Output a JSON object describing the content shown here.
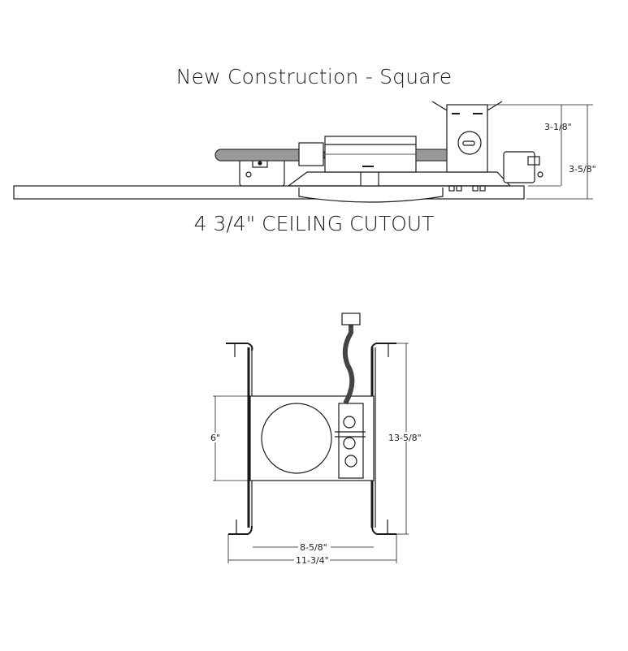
{
  "diagram": {
    "title": "New Construction - Square",
    "caption": "4 3/4\" CEILING CUTOUT",
    "side_view": {
      "dimensions": {
        "inner_height": "3-1/8\"",
        "overall_height": "3-5/8\""
      }
    },
    "top_view": {
      "dimensions": {
        "plate_height": "6\"",
        "bar_length": "13-5/8\"",
        "inner_width": "8-5/8\"",
        "overall_width": "11-3/4\""
      }
    }
  }
}
